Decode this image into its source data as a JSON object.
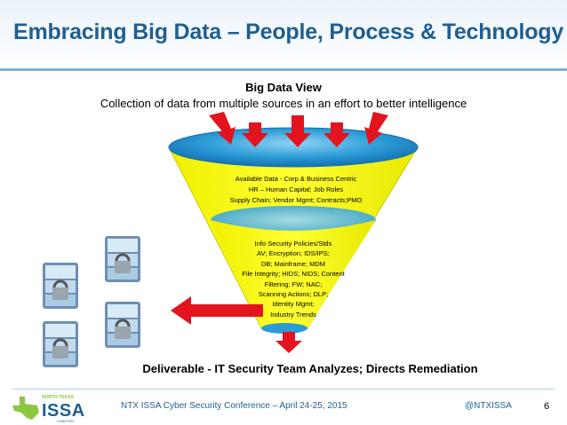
{
  "slide": {
    "title": "Embracing Big Data – People, Process & Technology",
    "heading": "Big Data View",
    "subheading": "Collection of data from multiple sources in an effort to better intelligence"
  },
  "funnel": {
    "top_section": [
      "Available Data  -  Corp & Business Centric",
      "HR – Human Capital; Job Roles",
      "Supply Chain; Vendor Mgmt; Contracts;PMO"
    ],
    "bottom_section": [
      "Info Security Policies/Stds",
      "AV; Encryption; IDS/IPS;",
      "DB; Mainframe; MDM",
      "File Integrity; HIDS; NIDS; Content",
      "Filtering; FW; NAC;",
      "Scanning Actions; DLP;",
      "Identity Mgmt;",
      "Industry Trends"
    ],
    "colors": {
      "funnel_fill": "#ffff00",
      "top_blue": "#1f9ad8",
      "arrow_red": "#e3141d"
    }
  },
  "deliverable": "Deliverable  - IT Security Team Analyzes; Directs Remediation",
  "footer": {
    "conference": "NTX ISSA Cyber Security Conference – April 24-25, 2015",
    "handle": "@NTXISSA",
    "page": "6",
    "logo": {
      "top": "NORTH TEXAS",
      "main": "ISSA",
      "bottom": "CHAPTER"
    }
  },
  "icons": [
    "database-lock-icon"
  ]
}
